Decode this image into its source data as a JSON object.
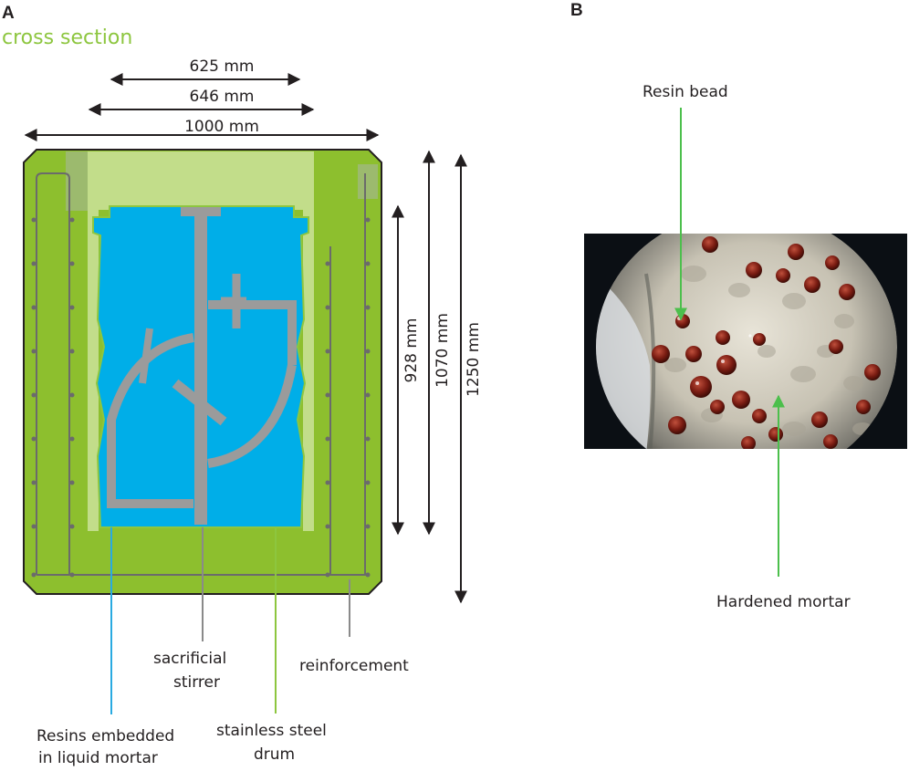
{
  "panel_a": {
    "letter": "A",
    "subtitle": "cross section",
    "dimensions": {
      "inner_width": "625 mm",
      "drum_width": "646 mm",
      "outer_width": "1000 mm",
      "height_inner": "928 mm",
      "height_drum": "1070 mm",
      "height_outer": "1250 mm"
    },
    "labels": {
      "resins_line1": "Resins embedded",
      "resins_line2": "in liquid mortar",
      "stirrer_line1": "sacrificial",
      "stirrer_line2": "stirrer",
      "drum_line1": "stainless steel",
      "drum_line2": "drum",
      "reinforcement": "reinforcement"
    }
  },
  "panel_b": {
    "letter": "B",
    "labels": {
      "resin_bead": "Resin bead",
      "hardened_mortar": "Hardened mortar"
    }
  },
  "colors": {
    "subtitle": "#8dc63f",
    "outer_container": "#8dbf2e",
    "mortar_light": "#c2dd8a",
    "resin_blue": "#00aee8",
    "stirrer_grey": "#9b9b9b",
    "callout_blue": "#29aae1",
    "callout_green": "#8dc63f",
    "callout_grey": "#8a8a8a",
    "arrow_green": "#4cbf4c",
    "resin_bead": "#7a1c12",
    "photo_dark": "#0b0f14"
  }
}
